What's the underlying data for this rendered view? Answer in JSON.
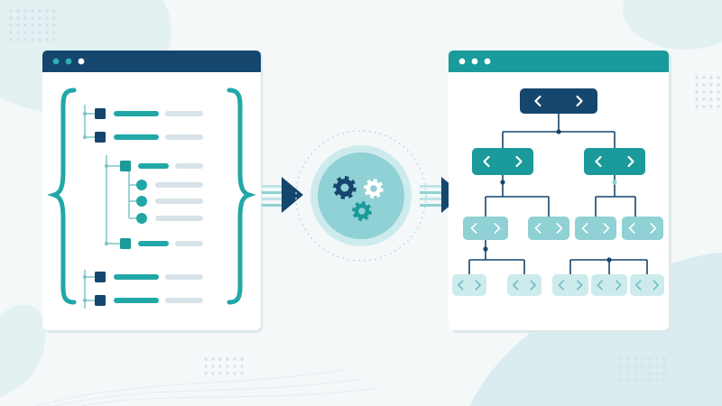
{
  "colors": {
    "background": "#f4f8f9",
    "panel": "#ffffff",
    "navy": "#15466e",
    "teal": "#22a7a7",
    "teal_dark": "#1a9a9a",
    "light_teal": "#8fd1d4",
    "lighter_teal": "#cdebed",
    "gray_line": "#d7e3e8",
    "blob": "#d9edf0"
  },
  "icons": {
    "window_dots": "window-controls-icon",
    "brace": "curly-brace-icon",
    "gears": "gears-icon",
    "arrow": "arrow-right-icon",
    "chevrons": "chevron-left-right-icon"
  },
  "left_window": {
    "kind": "code-structure-window",
    "rows": [
      {
        "level": 0,
        "marker": "square-navy",
        "bar": "long"
      },
      {
        "level": 0,
        "marker": "square-navy",
        "bar": "long"
      },
      {
        "level": 1,
        "marker": "square-teal",
        "bar": "medium"
      },
      {
        "level": 2,
        "marker": "circle-teal",
        "bar": "gray"
      },
      {
        "level": 2,
        "marker": "circle-teal",
        "bar": "gray"
      },
      {
        "level": 2,
        "marker": "circle-teal",
        "bar": "gray"
      },
      {
        "level": 1,
        "marker": "square-teal",
        "bar": "medium"
      },
      {
        "level": 0,
        "marker": "square-navy",
        "bar": "long"
      },
      {
        "level": 0,
        "marker": "square-navy",
        "bar": "long"
      }
    ]
  },
  "right_window": {
    "kind": "tree-window",
    "tree_levels": [
      1,
      2,
      4,
      5
    ]
  }
}
